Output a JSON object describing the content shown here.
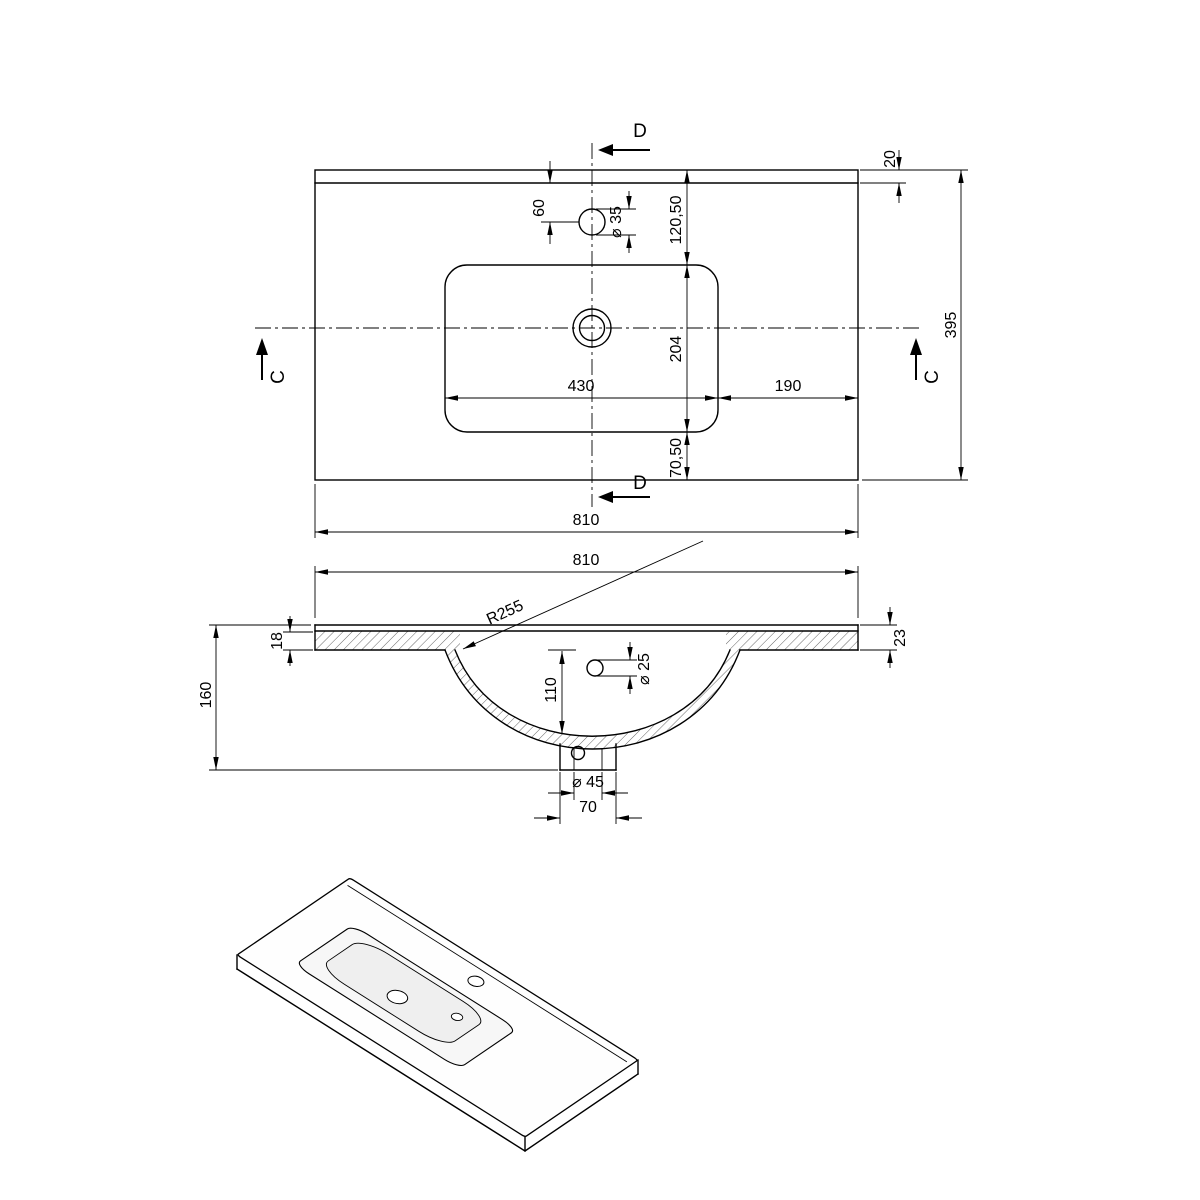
{
  "drawing": {
    "top_view": {
      "width": "810",
      "depth": "395",
      "edge_strip": "20",
      "back_to_basin": "120,50",
      "basin_length": "204",
      "basin_to_front": "70,50",
      "faucet_offset": "60",
      "faucet_hole_dia": "⌀ 35",
      "basin_width": "430",
      "basin_to_right": "190",
      "section_c": "C",
      "section_d": "D"
    },
    "section_view": {
      "width": "810",
      "bowl_radius": "R255",
      "left_thickness": "18",
      "total_height": "160",
      "bowl_depth": "110",
      "overflow_dia": "⌀ 25",
      "right_thickness": "23",
      "drain_dia": "⌀ 45",
      "drain_width": "70"
    }
  }
}
